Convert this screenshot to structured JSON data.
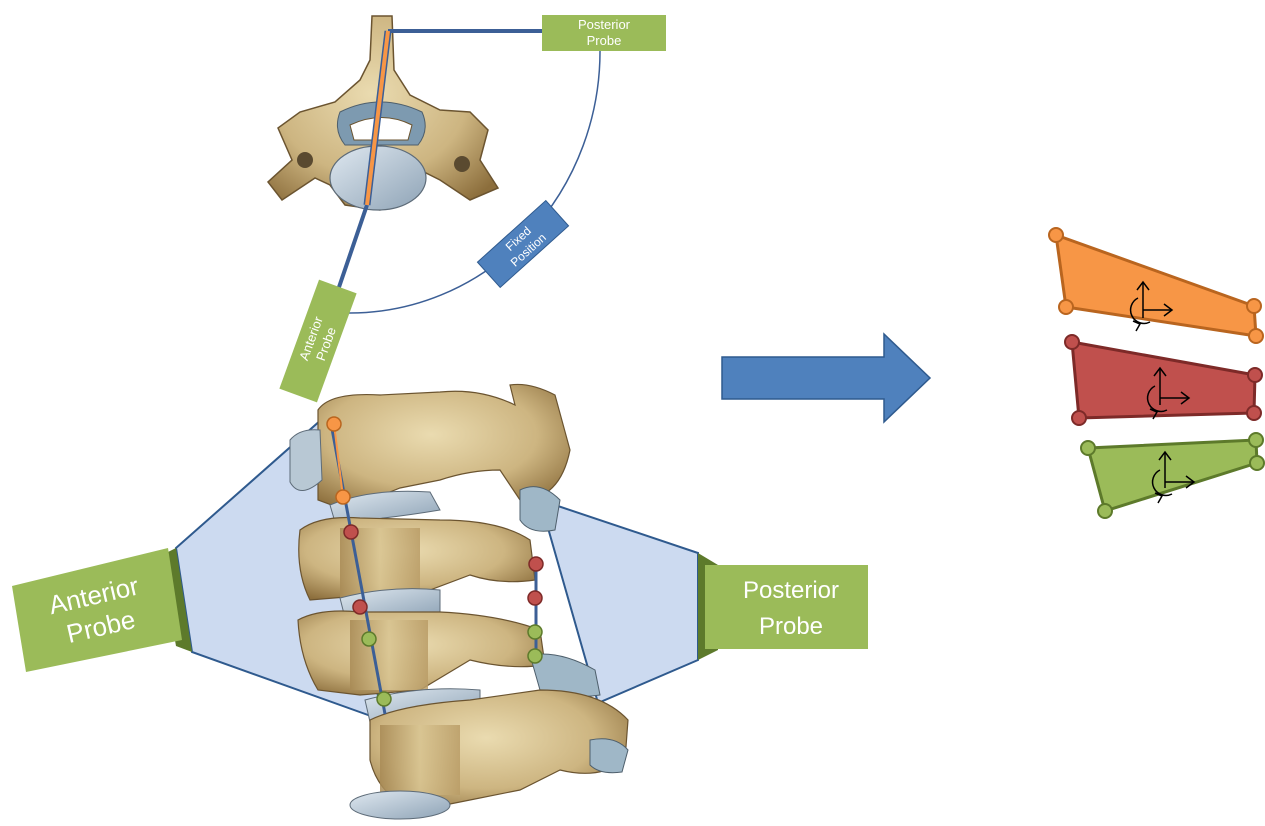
{
  "labels": {
    "top_posterior_line1": "Posterior",
    "top_posterior_line2": "Probe",
    "top_anterior_line1": "Anterior",
    "top_anterior_line2": "Probe",
    "fixed_line1": "Fixed",
    "fixed_line2": "Position",
    "big_anterior_line1": "Anterior",
    "big_anterior_line2": "Probe",
    "big_posterior_line1": "Posterior",
    "big_posterior_line2": "Probe"
  },
  "colors": {
    "probe_green": "#9bbb59",
    "probe_blue": "#4f81bd",
    "line_blue": "#3c5f96",
    "orange": "#f79646",
    "red": "#c0504d",
    "green": "#9bbb59",
    "bone": "#d8c494",
    "bone_dark": "#8c6e3c",
    "disc": "#b7c6d4",
    "field_fill": "#c6d6ee"
  },
  "icons": {
    "arrow": "right-arrow-icon",
    "transform": "rotation-translation-icon"
  }
}
